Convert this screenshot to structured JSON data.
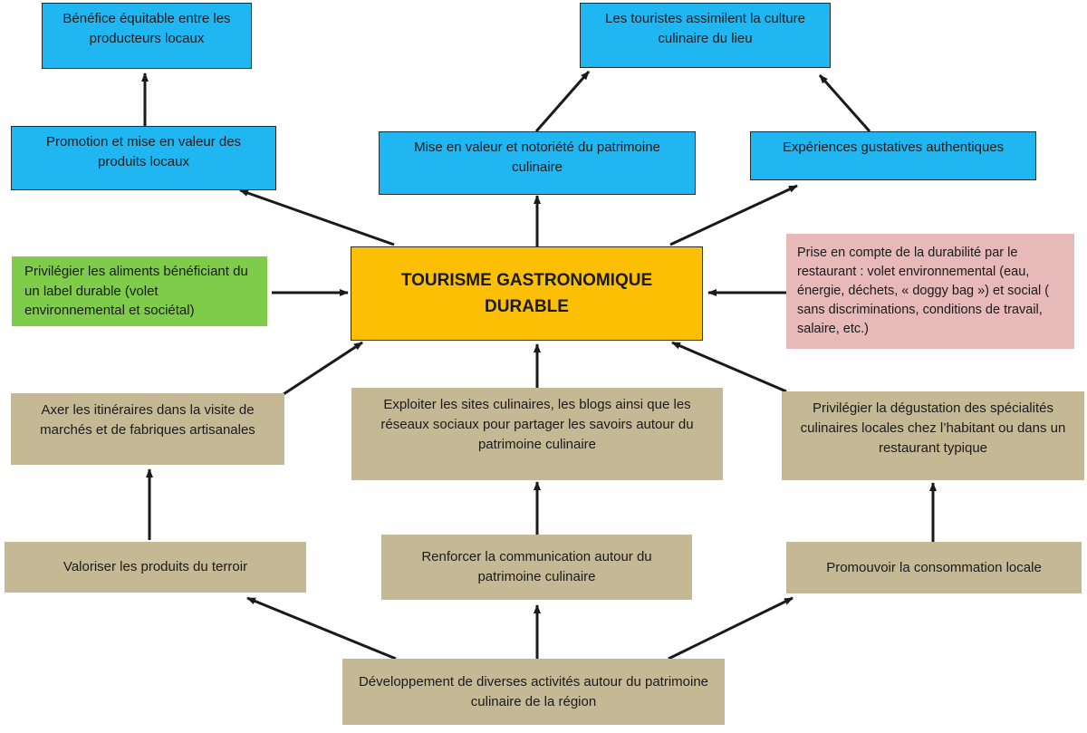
{
  "center": {
    "label": "TOURISME GASTRONOMIQUE DURABLE"
  },
  "outcomes": {
    "benefice": "Bénéfice équitable entre les producteurs locaux",
    "touristes": "Les touristes assimilent la culture culinaire du lieu",
    "promotion": "Promotion et mise en valeur des produits locaux",
    "notoriete": "Mise en valeur et notoriété du patrimoine culinaire",
    "experiences": "Expériences gustatives authentiques"
  },
  "side": {
    "label_durable": "Privilégier les aliments bénéficiant du un label durable (volet environnemental et sociétal)",
    "restaurant": "Prise en compte de la durabilité par le restaurant : volet environnemental (eau,  énergie, déchets, « doggy bag ») et social ( sans discriminations, conditions de travail, salaire, etc.)"
  },
  "actions": {
    "itineraires": "Axer les itinéraires dans la visite de marchés et de fabriques artisanales",
    "sites": "Exploiter les sites culinaires, les blogs ainsi que les réseaux sociaux pour partager les savoirs autour du patrimoine culinaire",
    "degustation": "Privilégier la dégustation des spécialités culinaires locales chez l’habitant ou dans un restaurant typique",
    "valoriser": "Valoriser les produits du terroir",
    "communication": "Renforcer la communication autour du patrimoine culinaire",
    "consommation": "Promouvoir la consommation locale",
    "developpement": "Développement de diverses activités autour du patrimoine culinaire de la région"
  },
  "colors": {
    "outcome_fill": "#1fb6f2",
    "center_fill": "#fcbf04",
    "action_fill": "#c5b995",
    "green_fill": "#7fcc4b",
    "pink_fill": "#e8b9b9",
    "arrow": "#1a1a1a"
  }
}
